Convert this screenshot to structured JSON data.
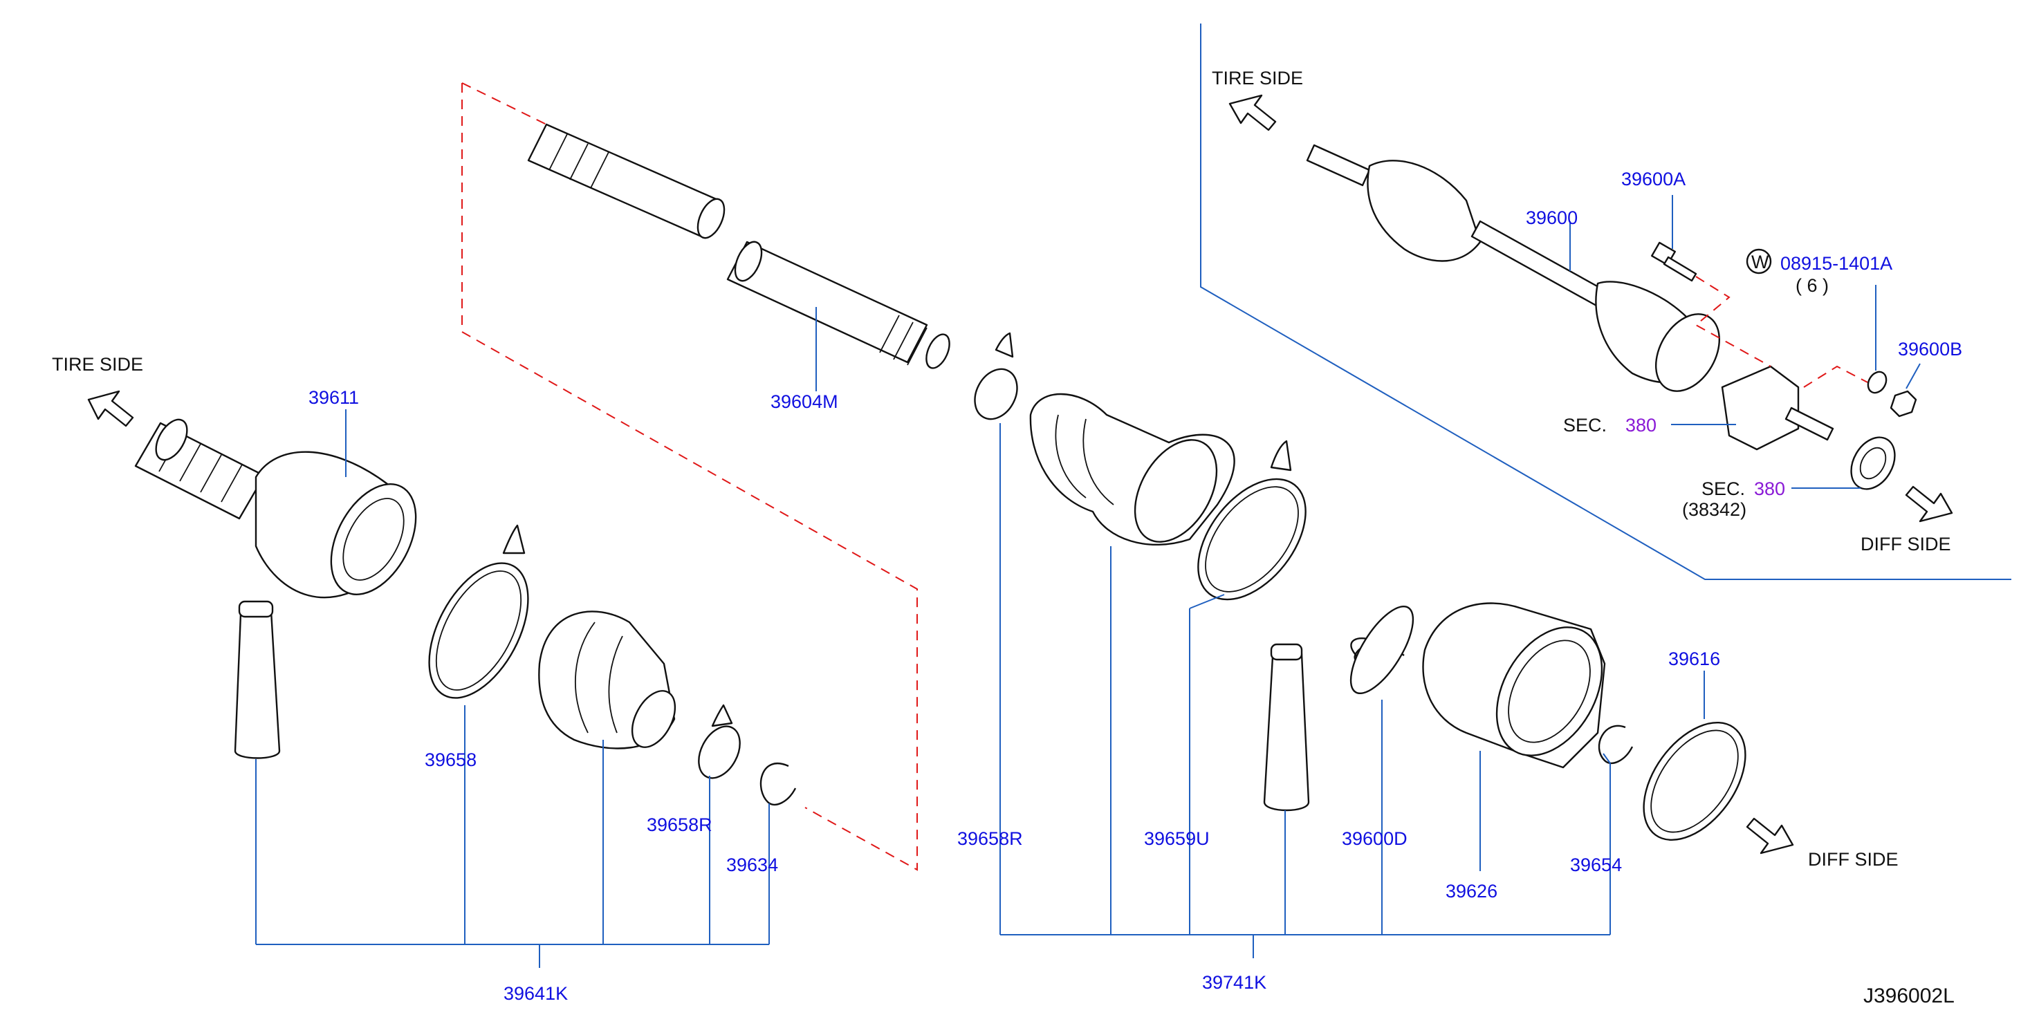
{
  "colors": {
    "part_number": "#1010e0",
    "section_number": "#8a1ad6",
    "leader_line": "#1f5fbf",
    "phantom_line": "#e01818",
    "text": "#111111"
  },
  "directions": {
    "tire_side_left": "TIRE   SIDE",
    "tire_side_right": "TIRE   SIDE",
    "diff_side_right_top": "DIFF   SIDE",
    "diff_side_bottom": "DIFF   SIDE"
  },
  "parts": {
    "p39611": "39611",
    "p39604M": "39604M",
    "p39658": "39658",
    "p39658R_left": "39658R",
    "p39634": "39634",
    "p39641K": "39641K",
    "p39658R_mid": "39658R",
    "p39659U": "39659U",
    "p39600D": "39600D",
    "p39626": "39626",
    "p39654": "39654",
    "p39616": "39616",
    "p39741K": "39741K",
    "p39600": "39600",
    "p39600A": "39600A",
    "p39600B": "39600B",
    "p08915": "08915-1401A",
    "p08915_qty": "( 6 )",
    "washer_mark": "W"
  },
  "sections": {
    "sec_prefix_1": "SEC.",
    "sec_num_1": "380",
    "sec_prefix_2": "SEC.",
    "sec_num_2": "380",
    "sec_sub_2": "(38342)"
  },
  "diagram_code": "J396002L"
}
